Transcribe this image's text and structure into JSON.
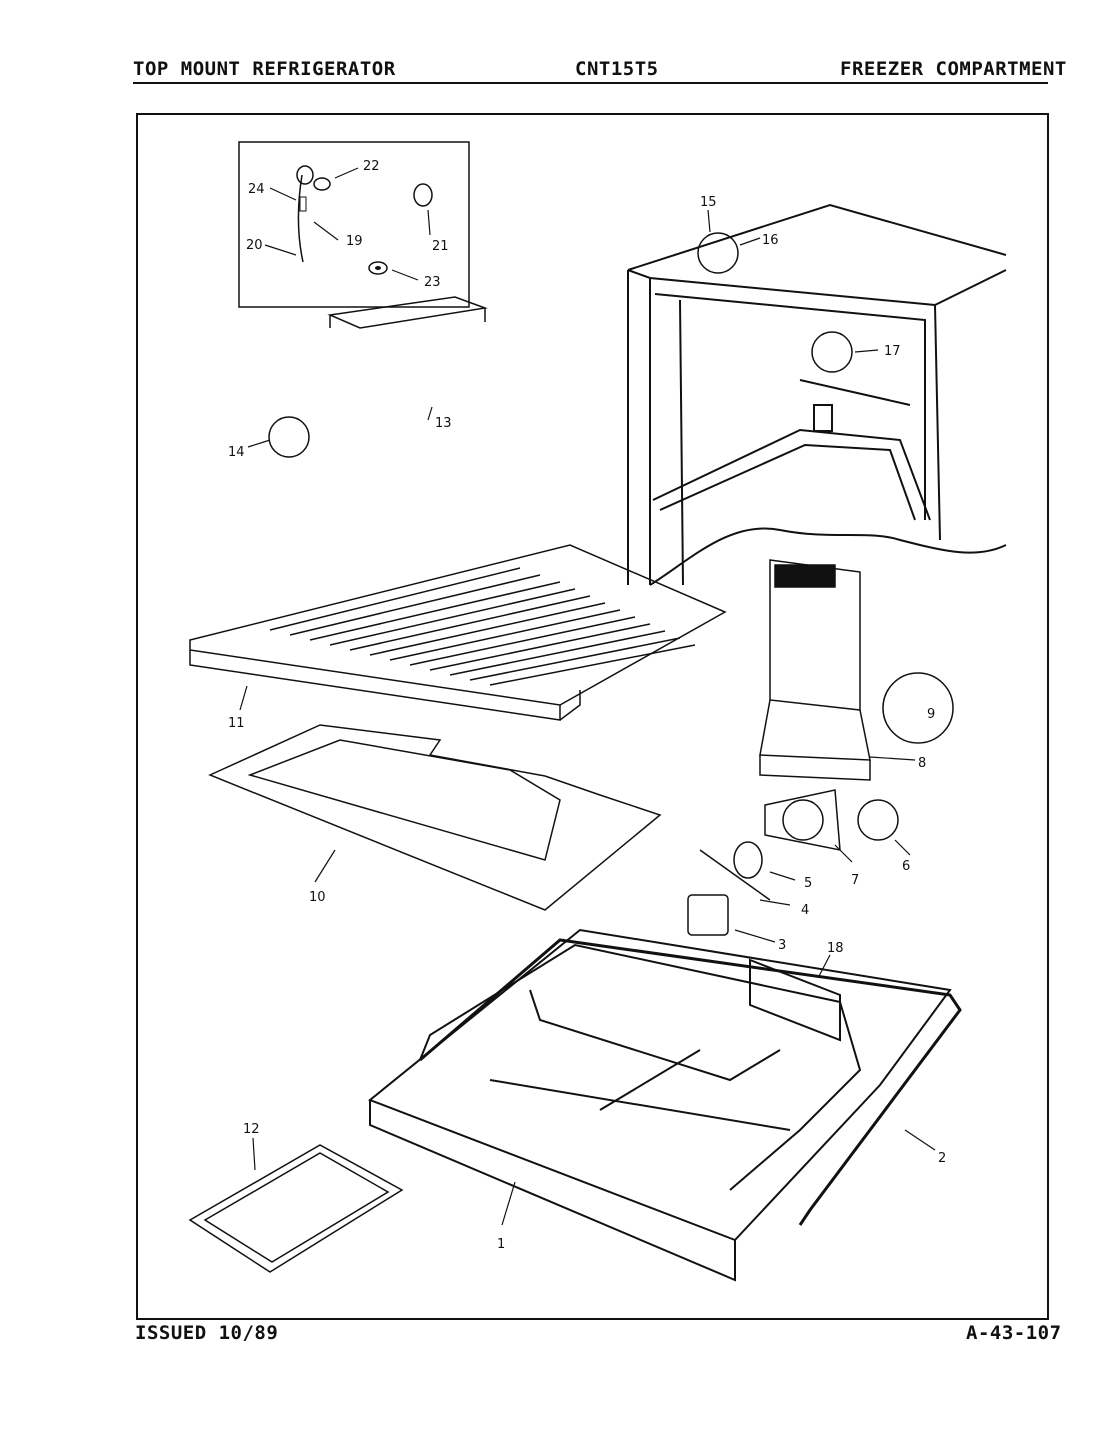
{
  "header": {
    "left": "TOP MOUNT REFRIGERATOR",
    "center": "CNT15T5",
    "right": "FREEZER COMPARTMENT"
  },
  "footer": {
    "issued": "ISSUED 10/89",
    "code": "A-43-107"
  },
  "callouts": [
    "1",
    "2",
    "3",
    "4",
    "5",
    "6",
    "7",
    "8",
    "9",
    "10",
    "11",
    "12",
    "13",
    "14",
    "15",
    "16",
    "17",
    "18",
    "19",
    "20",
    "21",
    "22",
    "23",
    "24"
  ]
}
